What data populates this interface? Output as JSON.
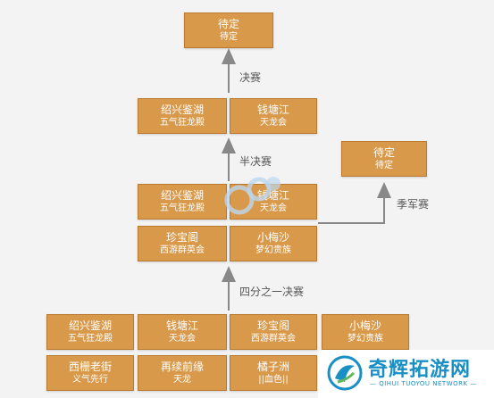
{
  "stages": {
    "final": "决赛",
    "semifinal": "半决赛",
    "third_place": "季军赛",
    "quarterfinal": "四分之一决赛"
  },
  "champion": {
    "guild": "待定",
    "team": "待定"
  },
  "third_place_result": {
    "guild": "待定",
    "team": "待定"
  },
  "finalists": [
    {
      "guild": "绍兴鉴湖",
      "team": "五气狂龙殿"
    },
    {
      "guild": "钱塘江",
      "team": "天龙会"
    }
  ],
  "semifinalists": [
    {
      "guild": "绍兴鉴湖",
      "team": "五气狂龙殿"
    },
    {
      "guild": "钱塘江",
      "team": "天龙会"
    },
    {
      "guild": "珍宝阁",
      "team": "西游群英会"
    },
    {
      "guild": "小梅沙",
      "team": "梦幻贵族"
    }
  ],
  "quarterfinalists": [
    {
      "guild": "绍兴鉴湖",
      "team": "五气狂龙殿"
    },
    {
      "guild": "钱塘江",
      "team": "天龙会"
    },
    {
      "guild": "珍宝阁",
      "team": "西游群英会"
    },
    {
      "guild": "小梅沙",
      "team": "梦幻贵族"
    },
    {
      "guild": "西栅老街",
      "team": "义气先行"
    },
    {
      "guild": "再续前缘",
      "team": "天龙"
    },
    {
      "guild": "橘子洲",
      "team": "||血色||"
    }
  ],
  "logo": {
    "title": "奇辉拓游网",
    "subtitle": "— QIHUI TUOYOU NETWORK —"
  },
  "colors": {
    "box": "#d9994a",
    "box_border": "#b97a30",
    "arrow": "#888888",
    "logo": "#1a8fc4"
  }
}
